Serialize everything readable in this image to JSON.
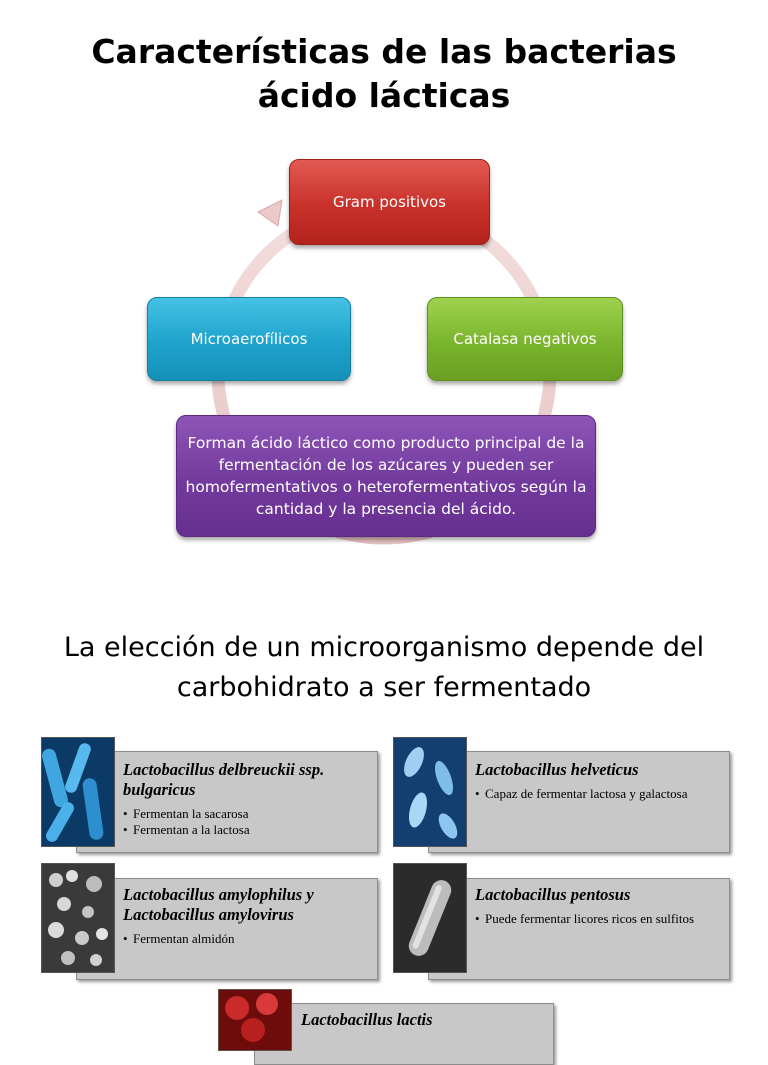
{
  "title": {
    "line1": "Características de las bacterias",
    "line2": "ácido lácticas"
  },
  "cycle": {
    "nodes": {
      "gram": "Gram positivos",
      "catalasa": "Catalasa negativos",
      "microaerofilicos": "Microaerofílicos",
      "forman": "Forman ácido láctico como producto principal de la fermentación de los azúcares y pueden ser homofermentativos o heterofermentativos según la cantidad y la presencia del ácido."
    },
    "colors": {
      "red": "#c8312a",
      "green": "#7ab42c",
      "blue": "#1ea3cd",
      "purple": "#733a9e",
      "arrow": "#ecc9c9"
    }
  },
  "subtitle": {
    "line1": "La elección de un microorganismo depende del",
    "line2": "carbohidrato a ser fermentado"
  },
  "cards": [
    {
      "name": "Lactobacillus delbreuckii ssp. bulgaricus",
      "bullets": [
        "Fermentan la sacarosa",
        "Fermentan a la lactosa"
      ],
      "thumb_icon": "blue-rod-bacteria-image"
    },
    {
      "name": "Lactobacillus helveticus",
      "bullets": [
        "Capaz de fermentar lactosa y galactosa"
      ],
      "thumb_icon": "blue-bacteria-micrograph-image"
    },
    {
      "name": "Lactobacillus amylophilus y Lactobacillus amylovirus",
      "bullets": [
        "Fermentan almidón"
      ],
      "thumb_icon": "gray-sem-cells-image"
    },
    {
      "name": "Lactobacillus pentosus",
      "bullets": [
        "Puede fermentar licores ricos en sulfitos"
      ],
      "thumb_icon": "gray-single-rod-image"
    },
    {
      "name": "Lactobacillus lactis",
      "bullets": [],
      "thumb_icon": "red-cells-image"
    }
  ]
}
